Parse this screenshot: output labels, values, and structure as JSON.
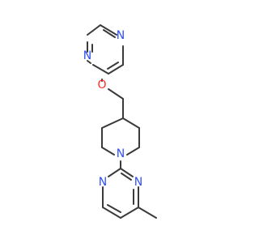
{
  "molecule": {
    "atoms": [
      {
        "id": "n_pz1",
        "symbol": "N",
        "color": "#3050f8"
      },
      {
        "id": "n_pz4",
        "symbol": "N",
        "color": "#3050f8"
      },
      {
        "id": "o_ether",
        "symbol": "O",
        "color": "#ff2a2a"
      },
      {
        "id": "n_pip",
        "symbol": "N",
        "color": "#3050f8"
      },
      {
        "id": "n_pym1",
        "symbol": "N",
        "color": "#3050f8"
      },
      {
        "id": "n_pym3",
        "symbol": "N",
        "color": "#3050f8"
      }
    ],
    "bond_color": "#3a3a3a"
  }
}
